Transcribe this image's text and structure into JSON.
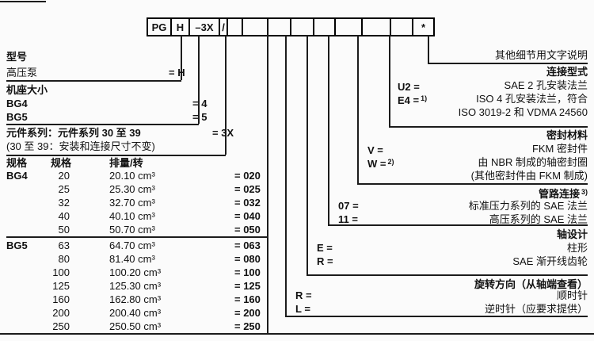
{
  "model_code": {
    "boxes": [
      "PG",
      "H",
      "–3X",
      "/",
      "",
      "",
      "",
      "",
      "",
      "",
      "",
      "",
      "*"
    ]
  },
  "left": {
    "model": {
      "title": "型号",
      "label": "高压泵",
      "value": "= H"
    },
    "frame_size": {
      "title": "机座大小",
      "rows": [
        {
          "label": "BG4",
          "value": "= 4"
        },
        {
          "label": "BG5",
          "value": "= 5"
        }
      ]
    },
    "series": {
      "title": "元件系列：元件系列 30 至 39",
      "value": "= 3X",
      "note": "(30 至 39：安装和连接尺寸不变)"
    },
    "size_table": {
      "title": "规格",
      "col_size": "规格",
      "col_disp": "排量/转",
      "rows": [
        {
          "group": "BG4",
          "size": "20",
          "disp": "20.10 cm³",
          "code": "= 020"
        },
        {
          "group": "",
          "size": "25",
          "disp": "25.30 cm³",
          "code": "= 025"
        },
        {
          "group": "",
          "size": "32",
          "disp": "32.70 cm³",
          "code": "= 032"
        },
        {
          "group": "",
          "size": "40",
          "disp": "40.10 cm³",
          "code": "= 040"
        },
        {
          "group": "",
          "size": "50",
          "disp": "50.70 cm³",
          "code": "= 050"
        },
        {
          "group": "BG5",
          "size": "63",
          "disp": "64.70 cm³",
          "code": "= 063"
        },
        {
          "group": "",
          "size": "80",
          "disp": "81.40 cm³",
          "code": "= 080"
        },
        {
          "group": "",
          "size": "100",
          "disp": "100.20 cm³",
          "code": "= 100"
        },
        {
          "group": "",
          "size": "125",
          "disp": "125.30 cm³",
          "code": "= 125"
        },
        {
          "group": "",
          "size": "160",
          "disp": "162.80 cm³",
          "code": "= 160"
        },
        {
          "group": "",
          "size": "200",
          "disp": "200.40 cm³",
          "code": "= 200"
        },
        {
          "group": "",
          "size": "250",
          "disp": "250.50 cm³",
          "code": "= 250"
        }
      ]
    }
  },
  "right": {
    "other_details": {
      "title": "其他细节用文字说明"
    },
    "connection_type": {
      "title": "连接型式",
      "rows": [
        {
          "label": "U2 =",
          "sup": "",
          "desc": "SAE 2 孔安装法兰"
        },
        {
          "label": "E4 =",
          "sup": "1)",
          "desc": "ISO 4 孔安装法兰，符合"
        }
      ],
      "extra": "ISO 3019-2 和 VDMA 24560"
    },
    "seal_material": {
      "title": "密封材料",
      "rows": [
        {
          "label": "V =",
          "sup": "",
          "desc": "FKM 密封件"
        },
        {
          "label": "W =",
          "sup": "2)",
          "desc": "由 NBR 制成的轴密封圈"
        }
      ],
      "extra": "(其他密封件由 FKM 制成)"
    },
    "pipe_connection": {
      "title": "管路连接",
      "title_sup": "3)",
      "rows": [
        {
          "label": "07 =",
          "desc": "标准压力系列的 SAE 法兰"
        },
        {
          "label": "11 =",
          "desc": "高压系列的 SAE 法兰"
        }
      ]
    },
    "shaft_design": {
      "title": "轴设计",
      "rows": [
        {
          "label": "E =",
          "desc": "柱形"
        },
        {
          "label": "R =",
          "desc": "SAE 渐开线齿轮"
        }
      ]
    },
    "rotation": {
      "title": "旋转方向（从轴端查看）",
      "rows": [
        {
          "label": "R =",
          "desc": "顺时针"
        },
        {
          "label": "L =",
          "desc": "逆时针（应要求提供）"
        }
      ]
    }
  }
}
